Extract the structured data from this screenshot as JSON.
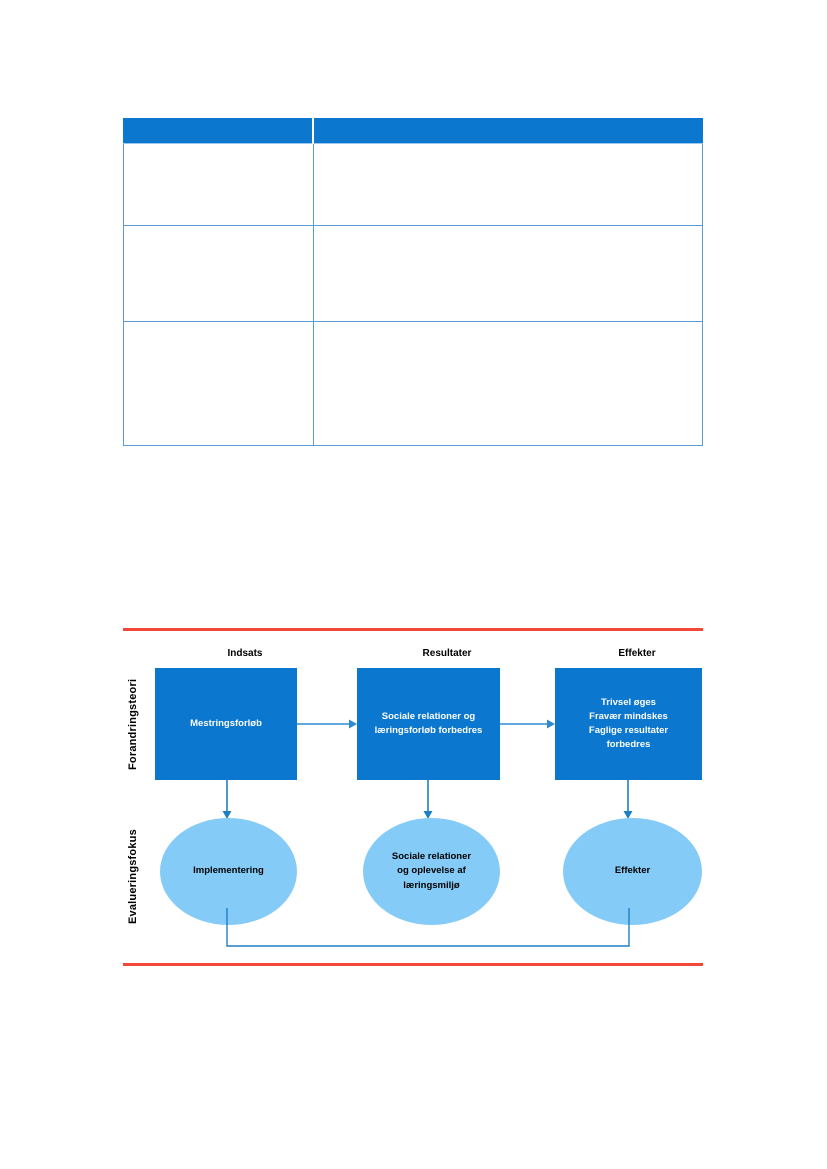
{
  "table": {
    "columns": [
      {
        "header": ""
      },
      {
        "header": ""
      }
    ],
    "rows": [
      {
        "cells": [
          "",
          ""
        ]
      },
      {
        "cells": [
          "",
          ""
        ]
      },
      {
        "cells": [
          "",
          ""
        ]
      }
    ]
  },
  "figure": {
    "column_titles": [
      "Indsats",
      "Resultater",
      "Effekter"
    ],
    "rail_labels": {
      "top": "Forandringsteori",
      "bottom": "Evalueringsfokus"
    },
    "theory_boxes": [
      {
        "text": "Mestringsforløb"
      },
      {
        "text": "Sociale relationer og\nlæringsforløb forbedres"
      },
      {
        "text": "Trivsel øges\nFravær mindskes\nFaglige resultater\nforbedres"
      }
    ],
    "evaluation_ellipses": [
      {
        "text": "Implementering"
      },
      {
        "text": "Sociale relationer\nog oplevelse af\nlæringsmiljø"
      },
      {
        "text": "Effekter"
      }
    ],
    "colors": {
      "box_blue": "#0B77CE",
      "ellipse_blue": "#85CBF7",
      "arrow_blue": "#2E8BD0",
      "rule_red": "#F1483A",
      "table_border": "#5B9BD5",
      "table_header": "#0B77CE"
    }
  }
}
